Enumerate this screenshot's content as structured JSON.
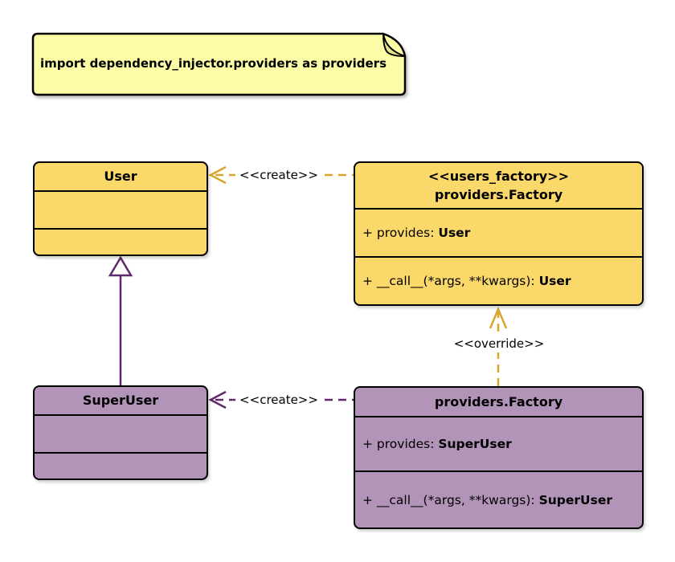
{
  "colors": {
    "canvas_bg": "#ffffff",
    "gold_fill": "#FBD86A",
    "gold_line": "#D9A62B",
    "purple_fill": "#B294B8",
    "purple_line": "#5F2A6A",
    "note_fill": "#FCFCA6",
    "note_fold": "#E5E58A",
    "ink": "#000000"
  },
  "note": {
    "text": "import dependency_injector.providers as providers"
  },
  "classes": {
    "user": {
      "name": "User"
    },
    "users_factory": {
      "stereotype": "<<users_factory>>",
      "name": "providers.Factory",
      "attribute_prefix": "+ provides: ",
      "attribute_type": "User",
      "method_prefix": "+ __call__(*args, **kwargs): ",
      "method_type": "User"
    },
    "super_user": {
      "name": "SuperUser"
    },
    "super_user_factory": {
      "name": "providers.Factory",
      "attribute_prefix": "+ provides: ",
      "attribute_type": "SuperUser",
      "method_prefix": "+ __call__(*args, **kwargs): ",
      "method_type": "SuperUser"
    }
  },
  "edges": {
    "create_user": {
      "label": "<<create>>"
    },
    "create_super_user": {
      "label": "<<create>>"
    },
    "override": {
      "label": "<<override>>"
    }
  }
}
